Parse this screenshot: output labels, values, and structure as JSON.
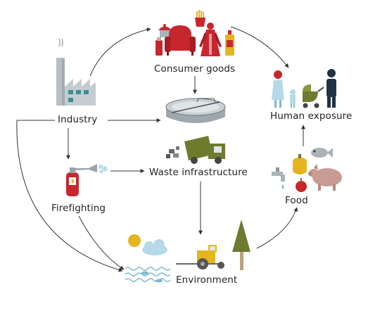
{
  "nodes": {
    "consumer_goods": "Consumer goods",
    "industry": "Industry",
    "human_exposure": "Human exposure",
    "waste_infrastructure": "Waste infrastructure",
    "firefighting": "Firefighting",
    "food": "Food",
    "environment": "Environment"
  },
  "colors": {
    "accent_red": "#c8262d",
    "olive": "#6e7a2e",
    "mustard": "#e4b520",
    "grey": "#a9b3b8",
    "navy": "#1f3344",
    "teal": "#3e8b92",
    "pig_pink": "#c79c93",
    "arrow": "#333333"
  },
  "icons": [
    "factory-icon",
    "cake-icon",
    "armchair-icon",
    "spray-can-icon",
    "dress-icon",
    "fries-icon",
    "bottle-icon",
    "wastewater-tank-icon",
    "garbage-truck-icon",
    "fire-extinguisher-icon",
    "family-icon",
    "stroller-icon",
    "fish-icon",
    "pepper-icon",
    "pig-icon",
    "apple-icon",
    "faucet-icon",
    "sun-icon",
    "cloud-icon",
    "water-wave-icon",
    "tractor-icon",
    "tree-icon"
  ]
}
